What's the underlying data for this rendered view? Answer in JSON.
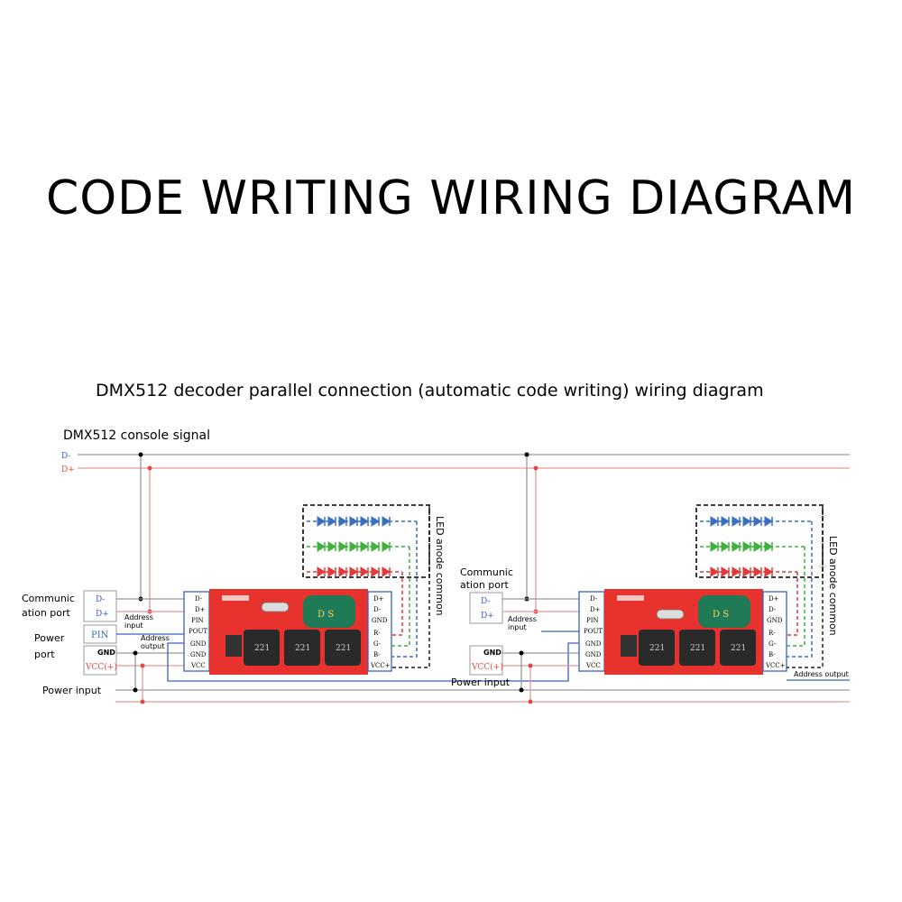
{
  "title": "CODE WRITING WIRING DIAGRAM",
  "subtitle": "DMX512 decoder parallel connection (automatic code writing) wiring diagram",
  "bus": {
    "label": "DMX512 console signal",
    "d_minus": "D-",
    "d_plus": "D+"
  },
  "labels": {
    "comm_port_1a": "Communic",
    "comm_port_1b": "ation port",
    "comm_port_2a": "Communic",
    "comm_port_2b": "ation port",
    "power_port_a": "Power",
    "power_port_b": "port",
    "power_input_1": "Power input",
    "power_input_2": "Power input",
    "address_input_a": "Address",
    "address_input_b": "input",
    "address_output_a": "Address",
    "address_output_b": "output",
    "address_input_2a": "Address",
    "address_input_2b": "input",
    "address_output_2": "Address output",
    "led_anode": "LED anode common"
  },
  "connectors": {
    "comm": [
      "D-",
      "D+"
    ],
    "pin": "PIN",
    "power": [
      "GND",
      "VCC(+)"
    ]
  },
  "board": {
    "left_pins": [
      "D-",
      "D+",
      "PIN",
      "POUT",
      "GND",
      "GND",
      "VCC"
    ],
    "right_pins": [
      "D+",
      "D-",
      "GND",
      "R-",
      "G-",
      "B-",
      "VCC+"
    ],
    "inductor": "221",
    "capacitor": "D S"
  },
  "colors": {
    "board_red": "#e8322e",
    "wire_red": "#e04848",
    "wire_blue": "#3a5fcd",
    "wire_gray": "#9a9a9a",
    "led_blue": "#3b6fc4",
    "led_green": "#3db33d",
    "led_red": "#e03a3a"
  }
}
